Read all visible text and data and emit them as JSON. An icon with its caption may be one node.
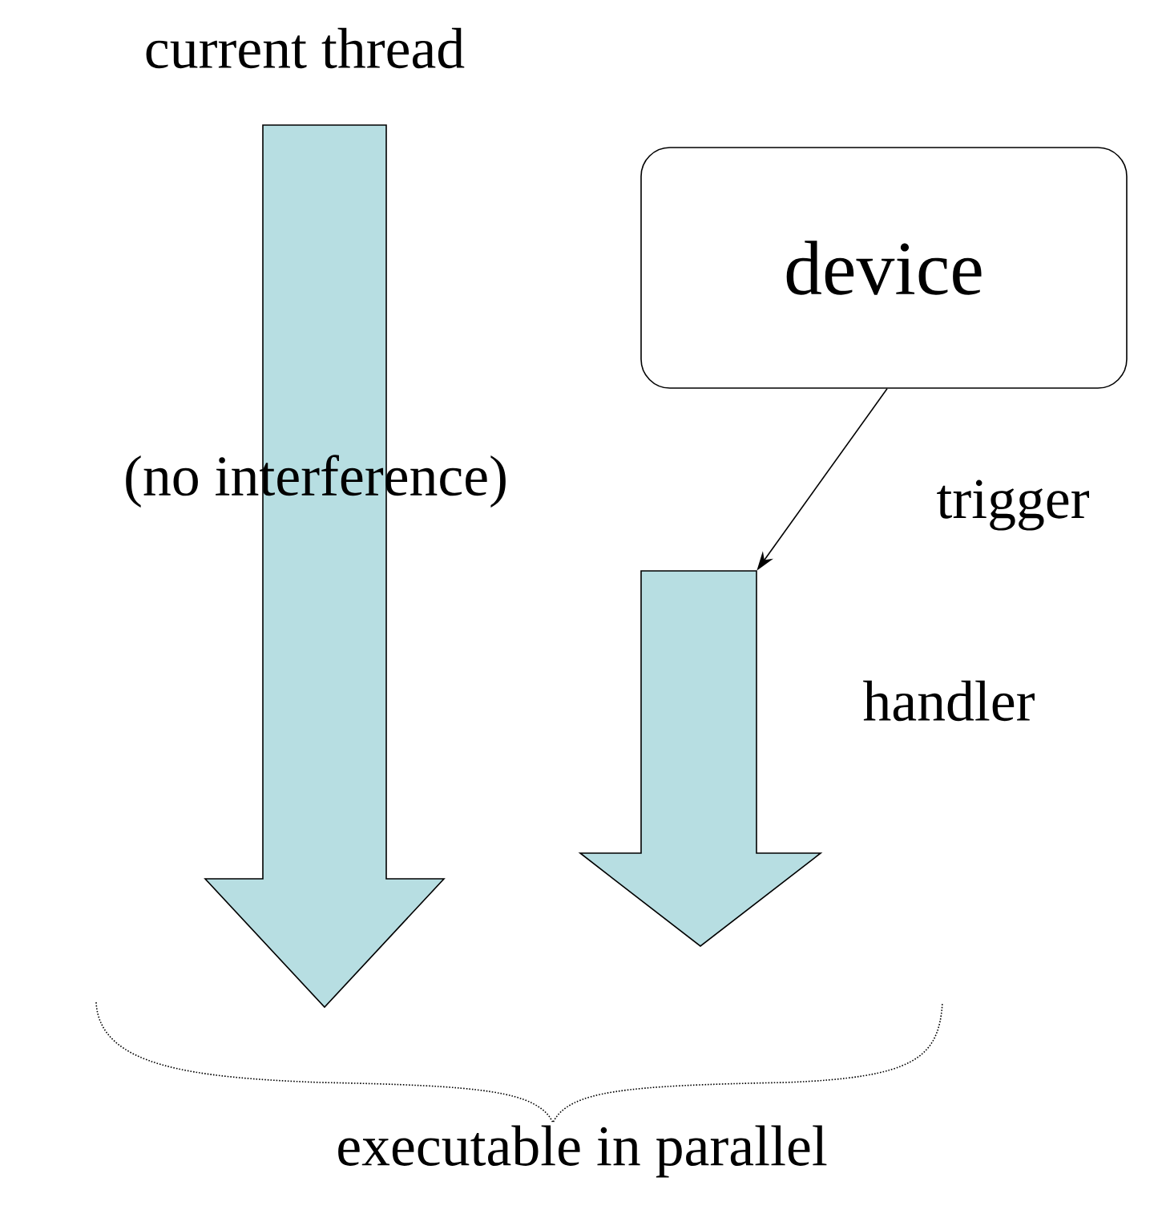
{
  "diagram": {
    "nodes": [
      {
        "text": [
          "current thread"
        ]
      },
      {
        "text": [
          "device"
        ]
      },
      {
        "text": [],
        "shape": "arrow",
        "beside": [
          "handler"
        ]
      }
    ],
    "edges": [
      {
        "from": 1,
        "to": 2,
        "arrow": "to",
        "label": "trigger"
      }
    ],
    "labels": [
      "(no interference)",
      "executable in parallel"
    ]
  }
}
